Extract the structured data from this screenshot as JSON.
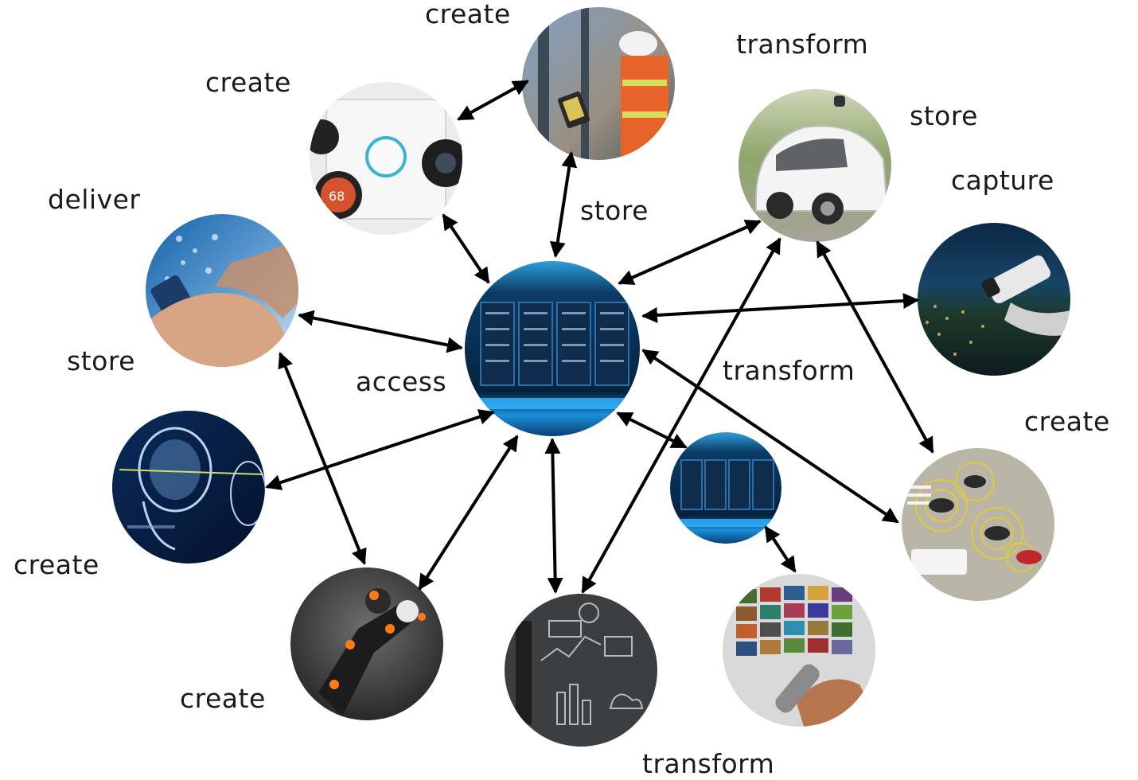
{
  "diagram": {
    "center": {
      "label": "access",
      "image": "data-center-server-room"
    },
    "nodes": [
      {
        "id": "smart-home",
        "image": "smart-home-devices",
        "label": "create"
      },
      {
        "id": "field-worker",
        "image": "field-worker-tablet",
        "label": "create"
      },
      {
        "id": "self-driving",
        "image": "self-driving-car",
        "label": "store"
      },
      {
        "id": "cctv",
        "image": "security-camera-city",
        "label": "capture"
      },
      {
        "id": "traffic",
        "image": "connected-cars-traffic",
        "label": "create"
      },
      {
        "id": "video-wall",
        "image": "tv-video-wall-remote",
        "label": ""
      },
      {
        "id": "edge-dc",
        "image": "edge-data-center",
        "label": ""
      },
      {
        "id": "analytics",
        "image": "chalkboard-analytics",
        "label": "transform"
      },
      {
        "id": "athlete",
        "image": "athlete-motion-sensors",
        "label": "create"
      },
      {
        "id": "mri",
        "image": "mri-brain-scan",
        "label": "create"
      },
      {
        "id": "mobile",
        "image": "hands-mobile-apps",
        "label": "deliver"
      }
    ],
    "link_labels": [
      {
        "id": "store-vertical",
        "text": "store"
      },
      {
        "id": "transform-top",
        "text": "transform"
      },
      {
        "id": "transform-middle",
        "text": "transform"
      },
      {
        "id": "store-left",
        "text": "store"
      }
    ],
    "connections": [
      [
        "center",
        "smart-home"
      ],
      [
        "center",
        "field-worker"
      ],
      [
        "smart-home",
        "field-worker"
      ],
      [
        "center",
        "self-driving"
      ],
      [
        "center",
        "cctv"
      ],
      [
        "center",
        "traffic"
      ],
      [
        "center",
        "edge-dc"
      ],
      [
        "edge-dc",
        "video-wall"
      ],
      [
        "center",
        "analytics"
      ],
      [
        "center",
        "athlete"
      ],
      [
        "center",
        "mri"
      ],
      [
        "center",
        "mobile"
      ],
      [
        "mobile",
        "athlete"
      ],
      [
        "self-driving",
        "analytics"
      ],
      [
        "self-driving",
        "traffic"
      ]
    ]
  }
}
